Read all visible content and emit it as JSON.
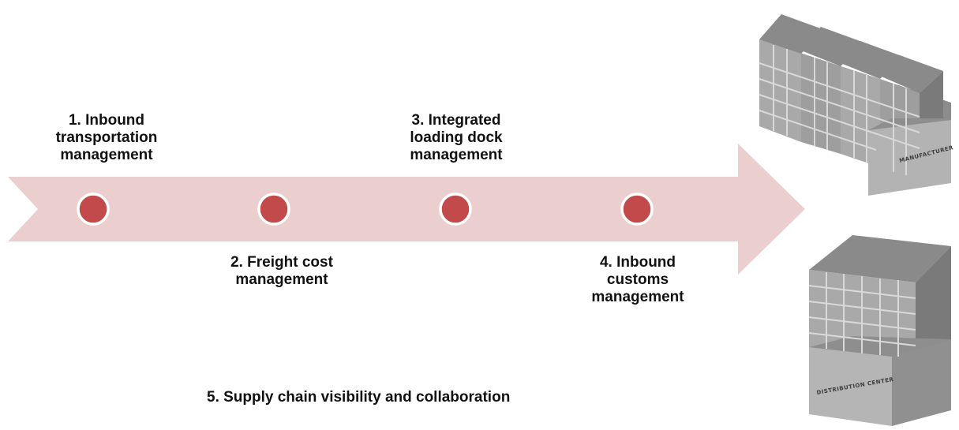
{
  "colors": {
    "arrow": "#ebcfcf",
    "dot_fill": "#c24a4a",
    "dot_ring": "#ffffff",
    "building_light": "#a9a9a9",
    "building_dark": "#7a7a7a",
    "building_roof": "#8a8a8a"
  },
  "steps": [
    {
      "lines": [
        "1. Inbound",
        "transportation",
        "management"
      ]
    },
    {
      "lines": [
        "2. Freight cost",
        "management"
      ]
    },
    {
      "lines": [
        "3. Integrated",
        "loading dock",
        "management"
      ]
    },
    {
      "lines": [
        "4. Inbound",
        "customs",
        "management"
      ]
    }
  ],
  "footer": {
    "text": "5. Supply chain visibility and collaboration"
  },
  "buildings": {
    "manufacturer_sign": "MANUFACTURER",
    "distribution_sign": "DISTRIBUTION CENTER"
  },
  "icons": [
    "manufacturer-building-icon",
    "distribution-center-building-icon"
  ]
}
